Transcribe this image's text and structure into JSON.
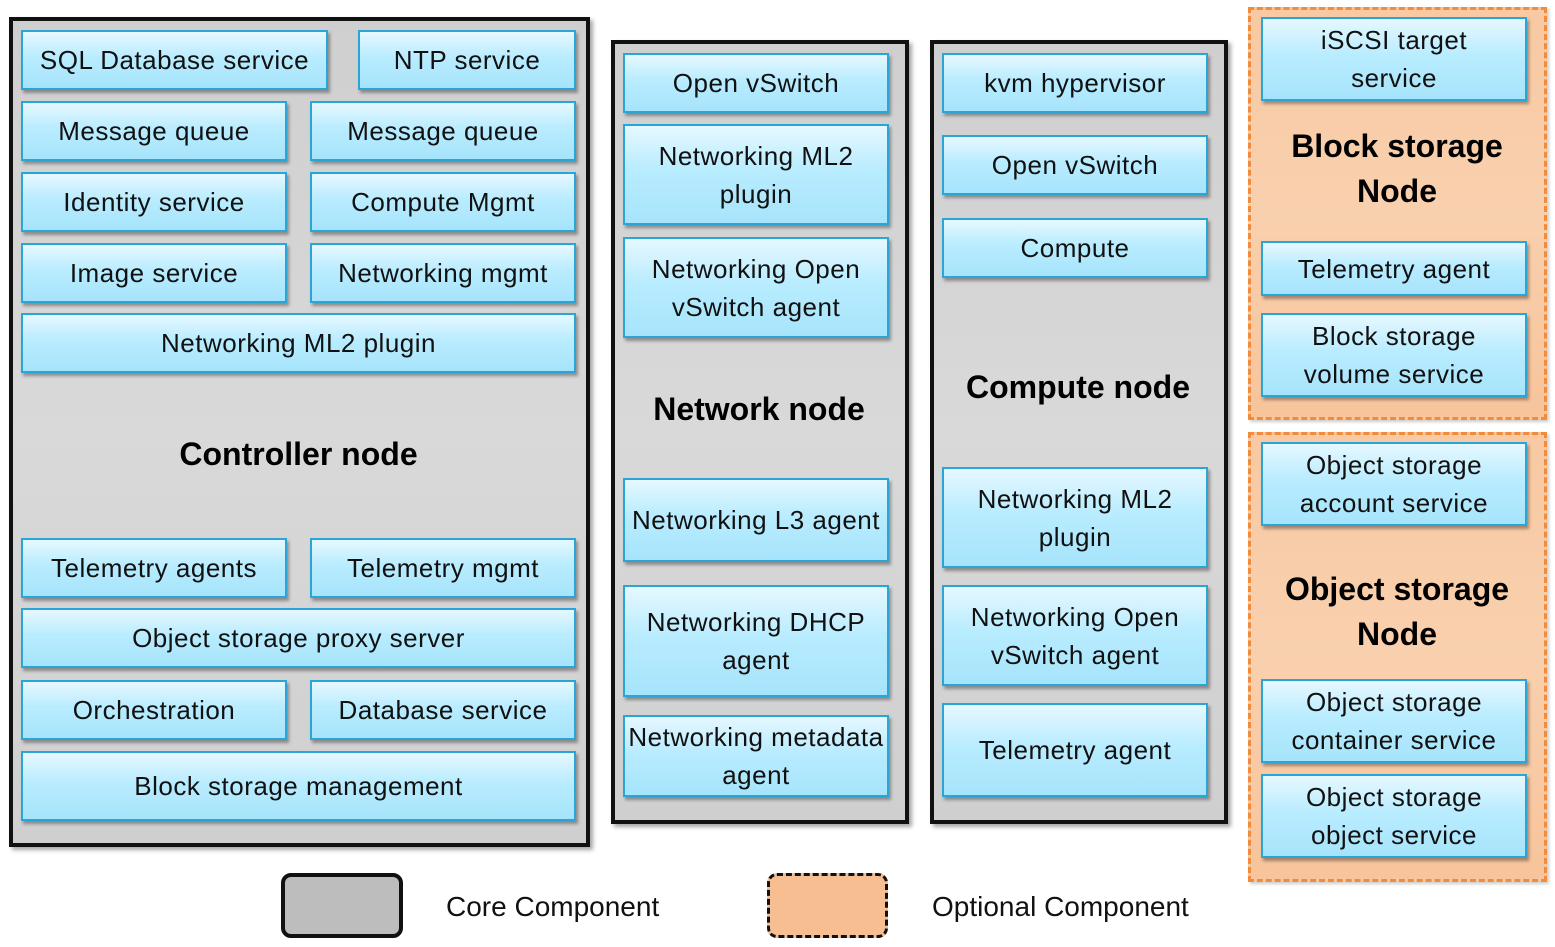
{
  "controller": {
    "title": "Controller node",
    "sql_db": "SQL Database service",
    "ntp": "NTP service",
    "mq1": "Message queue",
    "mq2": "Message queue",
    "identity": "Identity service",
    "compute_mgmt": "Compute Mgmt",
    "image": "Image service",
    "net_mgmt": "Networking mgmt",
    "ml2": "Networking ML2 plugin",
    "tel_agents": "Telemetry agents",
    "tel_mgmt": "Telemetry mgmt",
    "obj_proxy": "Object storage proxy server",
    "orchestration": "Orchestration",
    "db_service": "Database service",
    "block_mgmt": "Block storage management"
  },
  "network": {
    "title": "Network node",
    "ovs": "Open vSwitch",
    "ml2": "Networking ML2 plugin",
    "ovs_agent": "Networking Open vSwitch agent",
    "l3": "Networking L3 agent",
    "dhcp": "Networking DHCP agent",
    "metadata": "Networking metadata agent"
  },
  "compute": {
    "title": "Compute node",
    "kvm": "kvm hypervisor",
    "ovs": "Open vSwitch",
    "compute": "Compute",
    "ml2": "Networking ML2 plugin",
    "ovs_agent": "Networking Open vSwitch agent",
    "telemetry": "Telemetry agent"
  },
  "block": {
    "title": "Block storage Node",
    "iscsi": "iSCSI target service",
    "telemetry": "Telemetry agent",
    "volume": "Block storage volume service"
  },
  "object": {
    "title": "Object storage Node",
    "account": "Object storage account service",
    "container": "Object storage container service",
    "object": "Object storage object service"
  },
  "legend": {
    "core": "Core Component",
    "optional": "Optional Component"
  }
}
